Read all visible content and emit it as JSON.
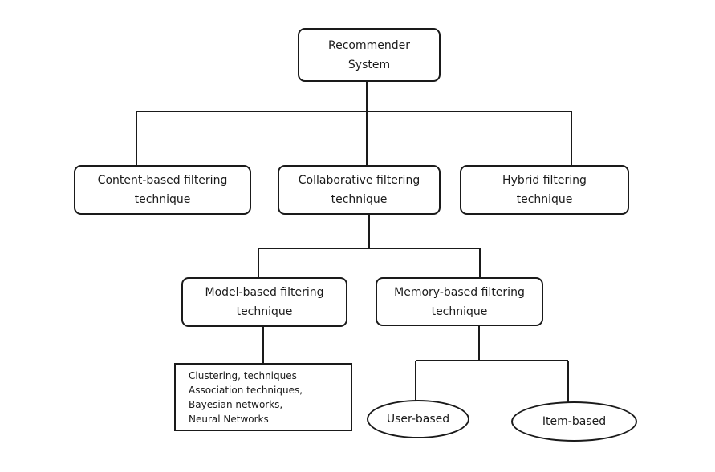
{
  "nodes": {
    "root": "Recommender\nSystem",
    "content_based": "Content-based filtering\ntechnique",
    "collaborative": "Collaborative filtering\ntechnique",
    "hybrid": "Hybrid filtering\ntechnique",
    "model_based": "Model-based filtering\ntechnique",
    "memory_based": "Memory-based filtering\ntechnique",
    "model_examples": [
      "Clustering, techniques",
      "Association techniques,",
      "Bayesian networks,",
      "Neural Networks"
    ],
    "user_based": "User-based",
    "item_based": "Item-based"
  },
  "colors": {
    "stroke": "#1a1a1a",
    "background": "#ffffff"
  }
}
